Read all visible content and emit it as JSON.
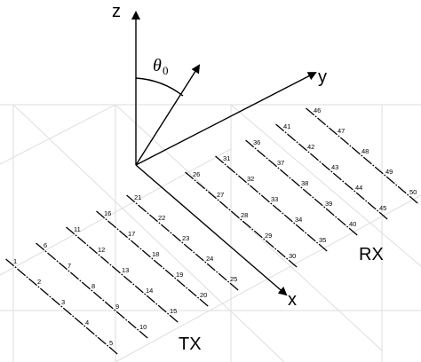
{
  "axes": {
    "z": "z",
    "y": "y",
    "x": "x",
    "theta": "θ",
    "theta_sub": "0"
  },
  "arrays": {
    "tx_label": "TX",
    "rx_label": "RX"
  },
  "tx_elements": [
    [
      "1",
      "2",
      "3",
      "4",
      "5"
    ],
    [
      "6",
      "7",
      "8",
      "9",
      "10"
    ],
    [
      "11",
      "12",
      "13",
      "14",
      "15"
    ],
    [
      "16",
      "17",
      "18",
      "19",
      "20"
    ],
    [
      "21",
      "22",
      "23",
      "24",
      "25"
    ]
  ],
  "rx_elements": [
    [
      "26",
      "27",
      "28",
      "29",
      "30"
    ],
    [
      "31",
      "32",
      "33",
      "34",
      "35"
    ],
    [
      "36",
      "37",
      "38",
      "39",
      "40"
    ],
    [
      "41",
      "42",
      "43",
      "44",
      "45"
    ],
    [
      "46",
      "47",
      "48",
      "49",
      "50"
    ]
  ]
}
